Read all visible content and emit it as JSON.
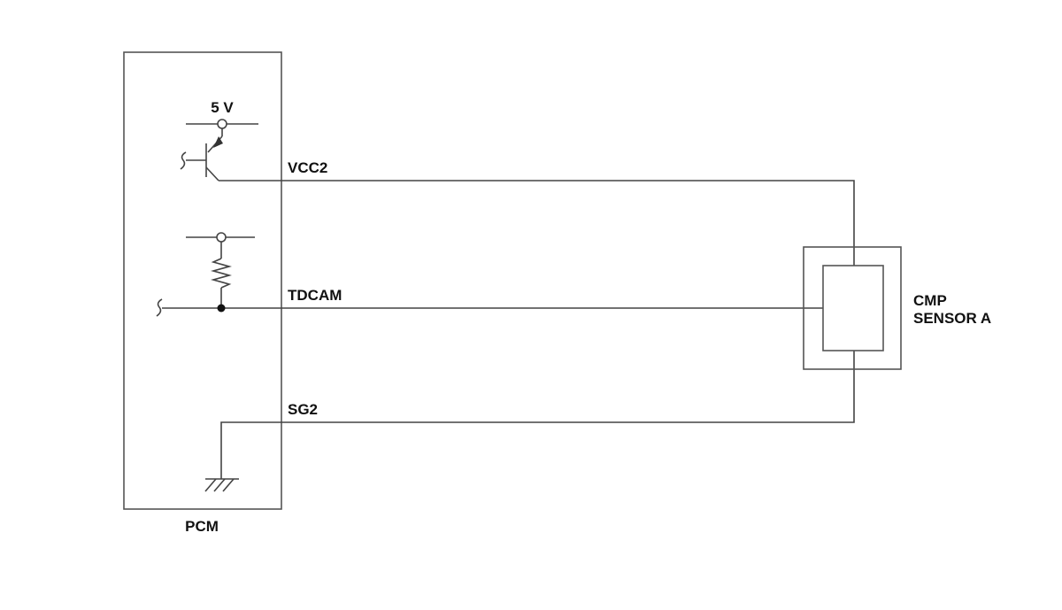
{
  "labels": {
    "supply_voltage": "5 V",
    "vcc2": "VCC2",
    "tdcam": "TDCAM",
    "sg2": "SG2",
    "pcm": "PCM",
    "sensor_line1": "CMP",
    "sensor_line2": "SENSOR A"
  }
}
